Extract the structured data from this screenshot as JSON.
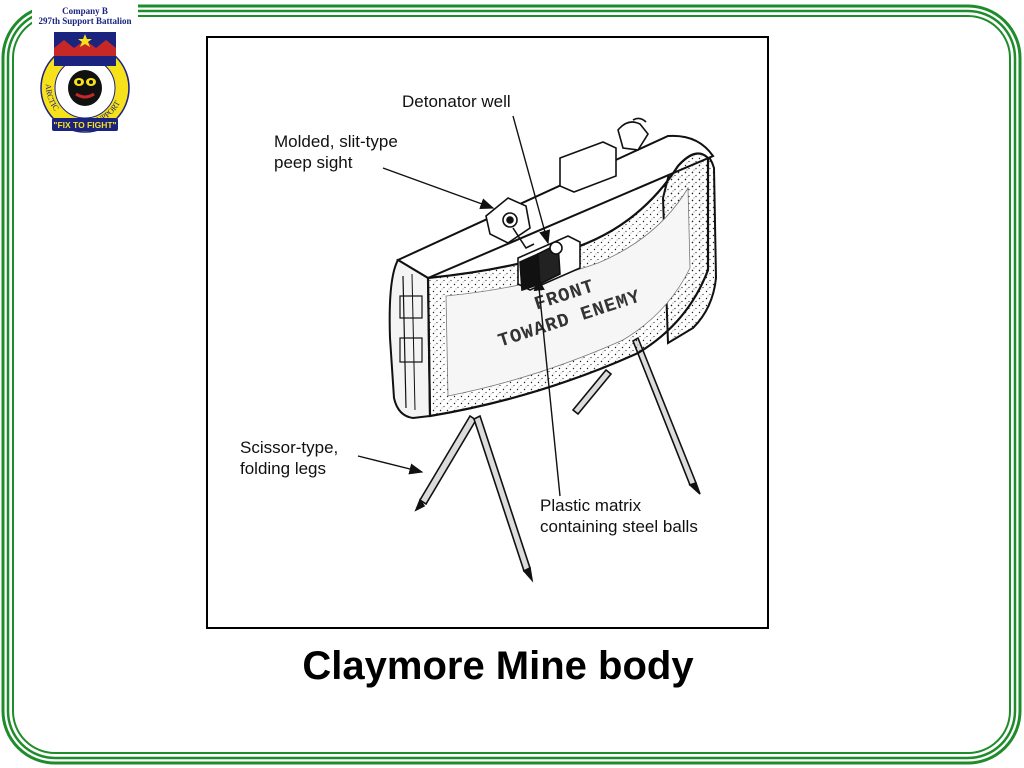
{
  "slide": {
    "badge": {
      "unit_line_1": "Company B",
      "unit_line_2": "297th Support Battalion",
      "motto": "\"FIX TO FIGHT\"",
      "arc_left": "ARCTIC",
      "arc_right": "SUPPORT"
    },
    "diagram": {
      "labels": {
        "detonator_well": "Detonator well",
        "peep_sight_line_1": "Molded, slit-type",
        "peep_sight_line_2": "peep sight",
        "legs_line_1": "Scissor-type,",
        "legs_line_2": "folding legs",
        "matrix_line_1": "Plastic matrix",
        "matrix_line_2": "containing steel balls"
      },
      "face_text_line_1": "FRONT",
      "face_text_line_2": "TOWARD ENEMY"
    },
    "caption": "Claymore Mine body",
    "colors": {
      "frame_green": "#1e8c2a",
      "badge_blue": "#1a237e",
      "badge_yellow": "#f7e11a",
      "badge_red": "#c62828"
    }
  }
}
